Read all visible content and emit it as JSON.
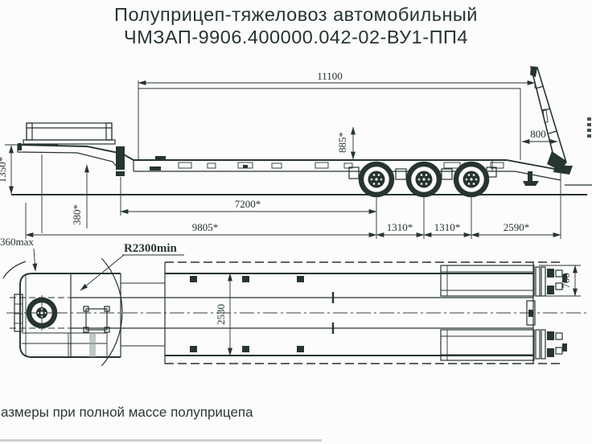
{
  "title": {
    "line1": "Полуприцеп-тяжеловоз автомобильный",
    "line2": "ЧМЗАП-9906.400000.042-02-ВУ1-ПП4"
  },
  "footnote": "азмеры при полной массе полуприцепа",
  "colors": {
    "ink": "#26352f",
    "paper": "#fcfcfa"
  },
  "side_view": {
    "dims": {
      "overall_length": "11100",
      "ramp_offset": "800",
      "deck_height": "885*",
      "gooseneck_height": "1350*",
      "frame_clearance": "380*",
      "kingpin_to_first_axle": "7200*",
      "front_to_first_axle": "9805*",
      "axle_spacing_1": "1310*",
      "axle_spacing_2": "1310*",
      "rear_section": "2590*"
    }
  },
  "top_view": {
    "dims": {
      "front_offset": "360max",
      "turning_radius": "R2300min",
      "platform_width": "2530",
      "ramp_width": "700"
    }
  }
}
